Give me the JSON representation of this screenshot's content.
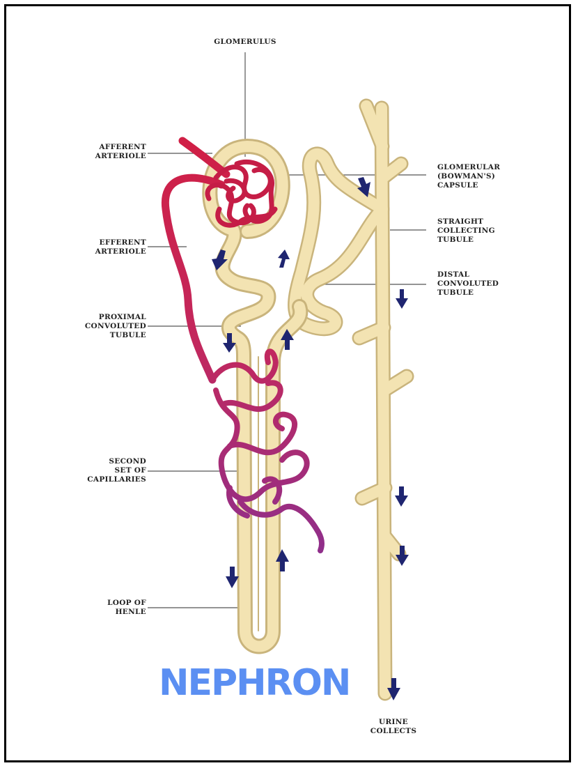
{
  "title": {
    "text": "NEPHRON",
    "color": "#5b8ff2"
  },
  "labels": {
    "glomerulus": "GLOMERULUS",
    "afferent": "AFFERENT\nARTERIOLE",
    "efferent": "EFFERENT\nARTERIOLE",
    "proximal": "PROXIMAL\nCONVOLUTED\nTUBULE",
    "second": "SECOND\nSET OF\nCAPILLARIES",
    "loop": "LOOP OF\nHENLE",
    "bowman": "GLOMERULAR\n(BOWMAN'S)\nCAPSULE",
    "straight": "STRAIGHT\nCOLLECTING\nTUBULE",
    "distal": "DISTAL\nCONVOLUTED\nTUBULE",
    "urine": "URINE\nCOLLECTS"
  },
  "colors": {
    "tubule_fill": "#f3e3b2",
    "tubule_outline": "#c9b47c",
    "blood_red": "#d0244b",
    "blood_purple": "#8e2f8c",
    "arrow": "#1f2570",
    "leader_line": "#555555"
  }
}
